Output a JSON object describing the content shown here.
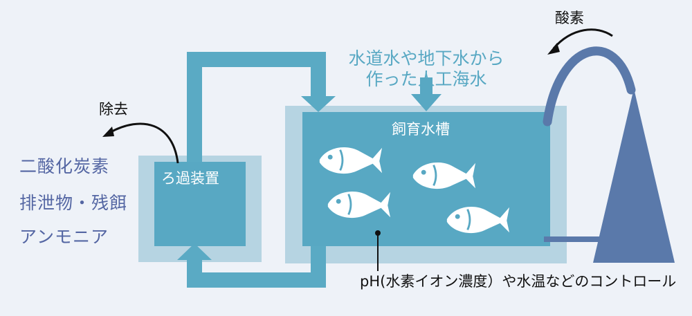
{
  "labels": {
    "removal": "除去",
    "removed_items": [
      "二酸化炭素",
      "排泄物・残餌",
      "アンモニア"
    ],
    "filter": "ろ過装置",
    "tank": "飼育水槽",
    "source_water": [
      "水道水や地下水から",
      "作った人工海水"
    ],
    "oxygen": "酸素",
    "control": "pH(水素イオン濃度）や水温などのコントロール"
  },
  "colors": {
    "background": "#eef2f8",
    "light_box": "#b6d4e2",
    "cyan": "#58a8c3",
    "pipe": "#5aaac4",
    "aerator": "#5a79aa",
    "fish": "#ffffff",
    "arrow": "#111111",
    "removed_text": "#5466a3"
  },
  "icons": [
    "fish-icon",
    "curved-arrow-icon",
    "aerator-cone-icon",
    "pipe-arrow-icon"
  ]
}
